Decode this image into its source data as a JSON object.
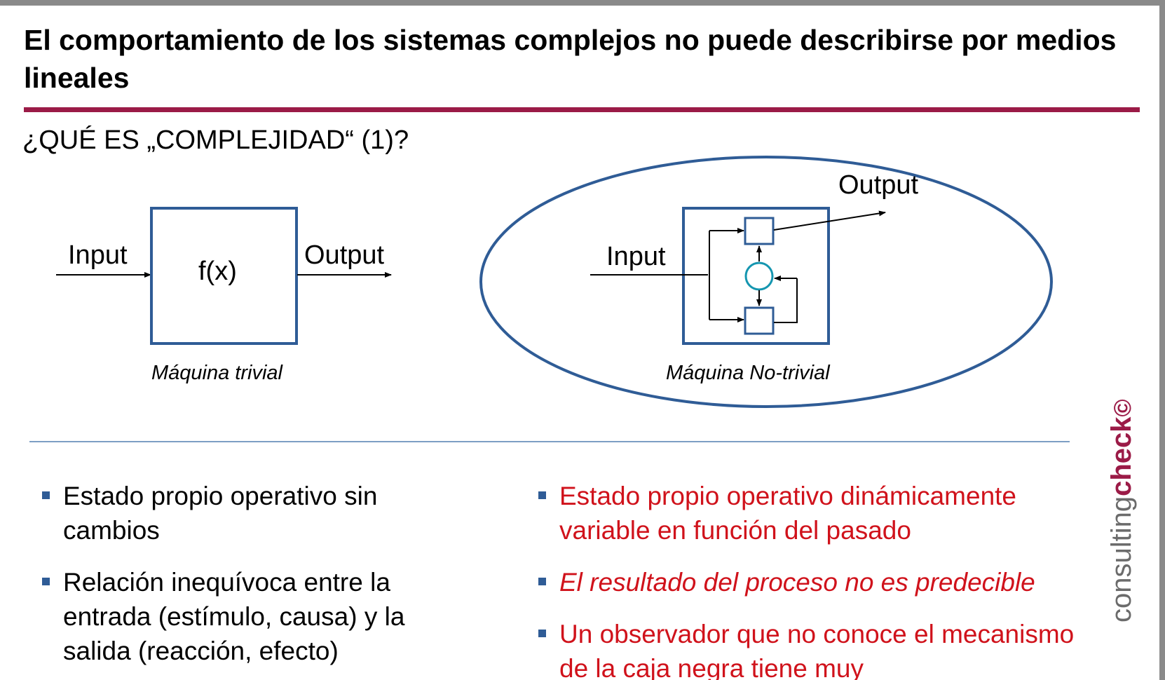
{
  "slide": {
    "title": "El comportamiento de los sistemas complejos no puede describirse por medios lineales",
    "subtitle": "¿QUÉ ES „COMPLEJIDAD“ (1)?"
  },
  "diagram": {
    "trivial": {
      "input_label": "Input",
      "function_label": "f(x)",
      "output_label": "Output",
      "caption": "Máquina trivial"
    },
    "nontrivial": {
      "input_label": "Input",
      "output_label": "Output",
      "caption": "Máquina No-trivial"
    }
  },
  "bullets": {
    "left": [
      "Estado propio operativo sin cambios",
      "Relación inequívoca entre la entrada (estímulo, causa) y la salida (reacción, efecto)"
    ],
    "right": [
      "Estado propio operativo dinámicamente variable en función del pasado",
      "El resultado del proceso no es predecible",
      "Un observador que no conoce el mecanismo de la caja negra tiene muy"
    ]
  },
  "brand": {
    "light": "consulting",
    "bold": "check",
    "mark": "©"
  },
  "colors": {
    "title_rule": "#9b1b47",
    "diagram_stroke": "#2f5c96",
    "bullet_marker": "#2f5c96",
    "emphasis_text": "#d0121b",
    "separator": "#7d9ec4"
  }
}
